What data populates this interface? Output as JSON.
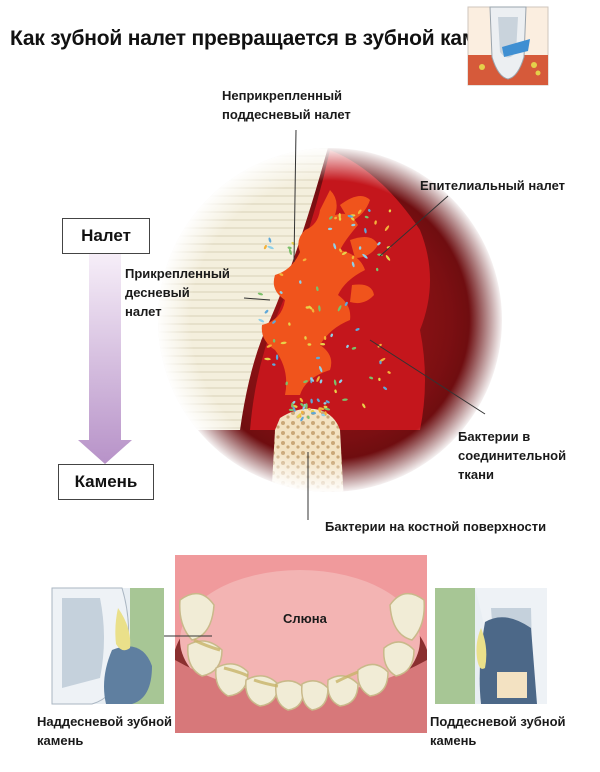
{
  "title": "Как зубной налет превращается в зубной камень",
  "labels": {
    "unattached_plaque_line1": "Неприкрепленный",
    "unattached_plaque_line2": "поддесневый налет",
    "epithelial_plaque": "Епителиальный налет",
    "attached_plaque_line1": "Прикрепленный",
    "attached_plaque_line2": "десневый",
    "attached_plaque_line3": "налет",
    "connective_bacteria_line1": "Бактерии в",
    "connective_bacteria_line2": "соединительной",
    "connective_bacteria_line3": "ткани",
    "bone_bacteria": "Бактерии на костной поверхности",
    "saliva": "Слюна",
    "supragingival_line1": "Наддесневой зубной",
    "supragingival_line2": "камень",
    "subgingival_line1": "Поддесневой зубной",
    "subgingival_line2": "камень"
  },
  "progression": {
    "start": "Налет",
    "end": "Камень"
  },
  "colors": {
    "gum_dark": "#7a0f12",
    "gum_red": "#c4161c",
    "epithelium_orange": "#f0541c",
    "arrow_top": "#f6eef8",
    "arrow_bottom": "#b792c8",
    "mouth_pink": "#f2a0a2"
  }
}
